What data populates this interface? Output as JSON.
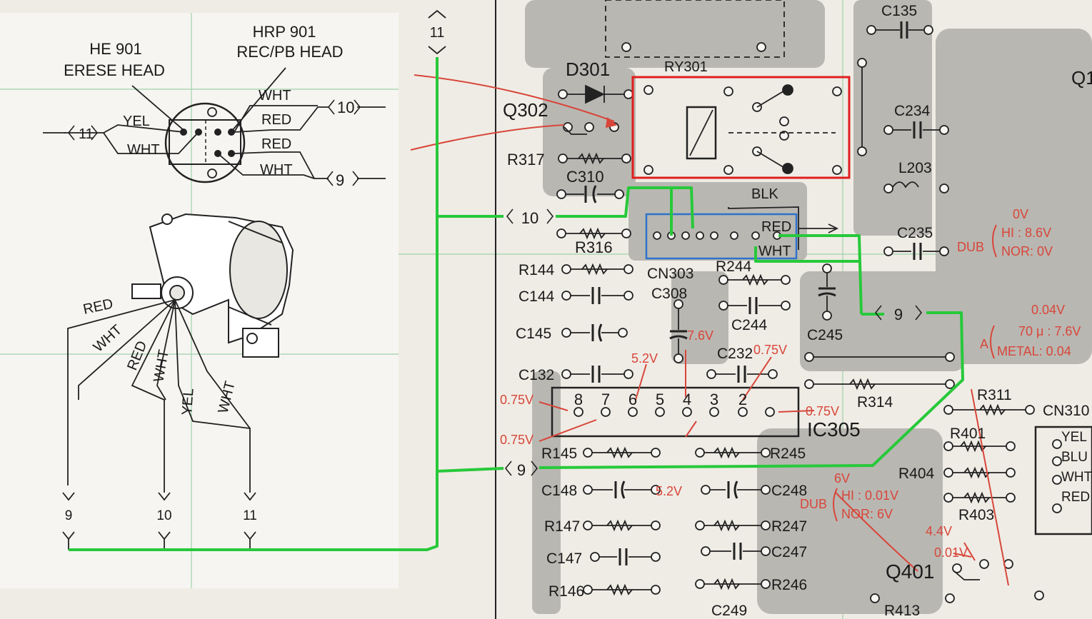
{
  "head_diagram": {
    "erase_head_model": "HE 901",
    "erase_head_name": "ERESE HEAD",
    "rec_head_model": "HRP 901",
    "rec_head_name": "REC/PB HEAD",
    "pin_wires_left": [
      "YEL",
      "WHT"
    ],
    "pin_wires_right": [
      "WHT",
      "RED",
      "RED",
      "WHT"
    ],
    "connector_refs": {
      "c11": "11",
      "c10": "10",
      "c9": "9"
    },
    "leads": [
      "RED",
      "WHT",
      "RED",
      "WHT",
      "YEL",
      "WHT"
    ],
    "bottom_terminals": [
      "9",
      "10",
      "11"
    ]
  },
  "pcb": {
    "top_connector": "11",
    "components": {
      "D301": "D301",
      "RY301": "RY301",
      "Q302": "Q302",
      "R317": "R317",
      "C310": "C310",
      "R316": "R316",
      "CN303": "CN303",
      "R144": "R144",
      "C144": "C144",
      "C145": "C145",
      "C132": "C132",
      "R145": "R145",
      "C148": "C148",
      "R147": "R147",
      "C147": "C147",
      "R146": "R146",
      "C308": "C308",
      "R244": "R244",
      "C244": "C244",
      "C245": "C245",
      "C232": "C232",
      "IC305": "IC305",
      "R245": "R245",
      "C248": "C248",
      "R247": "R247",
      "C247": "C247",
      "R246": "R246",
      "C249": "C249",
      "C135": "C135",
      "C234": "C234",
      "L203": "L203",
      "C235": "C235",
      "R314": "R314",
      "R311": "R311",
      "CN310": "CN310",
      "R401": "R401",
      "R404": "R404",
      "R403": "R403",
      "Q401": "Q401",
      "R413": "R413",
      "Q1": "Q1"
    },
    "wire_labels": {
      "blk": "BLK",
      "red": "RED",
      "wht": "WHT"
    },
    "conn_refs": {
      "c10": "10",
      "c9a": "9",
      "c9b": "9"
    },
    "ic_pins": [
      "8",
      "7",
      "6",
      "5",
      "4",
      "3",
      "2"
    ],
    "cn310_wires": [
      "YEL",
      "BLU",
      "WHT",
      "RED"
    ],
    "voltages": {
      "v1": "0.75V",
      "v2": "0.75V",
      "v3": "5.2V",
      "v4": "7.6V",
      "v5": "0.75V",
      "v6": "0.75V",
      "v7": "5.2V",
      "v8": "6V",
      "v9": "4.4V",
      "v10": "0.01V",
      "v11": "0.04V"
    },
    "dub_top": {
      "dub": "DUB",
      "ov": "0V",
      "hi": "HI : 8.6V",
      "nor": "NOR: 0V"
    },
    "dub_bottom": {
      "dub": "DUB",
      "hi": "HI : 0.01V",
      "nor": "NOR: 6V"
    },
    "tape": {
      "a": "A",
      "line1": "70 μ : 7.6V",
      "line2": "METAL: 0.04"
    }
  },
  "colors": {
    "highlight_green": "#27c93a",
    "relay_box": "#e01e1e",
    "cn_box": "#2f72c9",
    "red_label": "#d8463a"
  }
}
